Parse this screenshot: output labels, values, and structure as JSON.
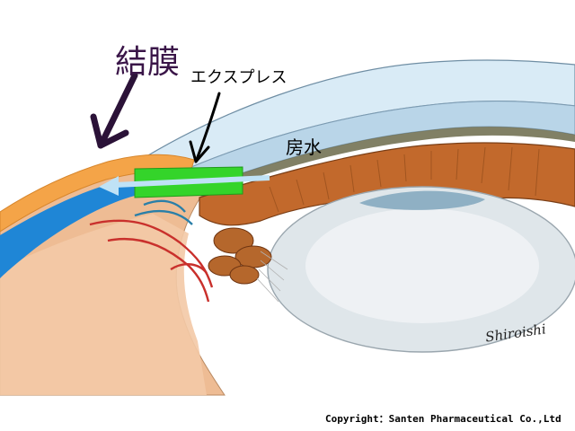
{
  "labels": {
    "conjunctiva": "結膜",
    "express": "エクスプレス",
    "aqueous_humor": "房水"
  },
  "copyright": "Copyright：Santen Pharmaceutical Co.,Ltd",
  "signature": "Shiroishi",
  "colors": {
    "conjunctiva_orange": "#f4a448",
    "aqueous_blue": "#1f86d6",
    "device_green": "#34d42a",
    "iris_brown": "#c2692c",
    "sclera_peach": "#eebc94",
    "lens_gray": "#dfe6ea",
    "cornea_blue": "#bcd8ea",
    "arrow_dark": "#2b1238"
  },
  "icons": [
    "arrow-to-conjunctiva-icon",
    "arrow-to-express-icon",
    "flow-arrow-icon"
  ]
}
